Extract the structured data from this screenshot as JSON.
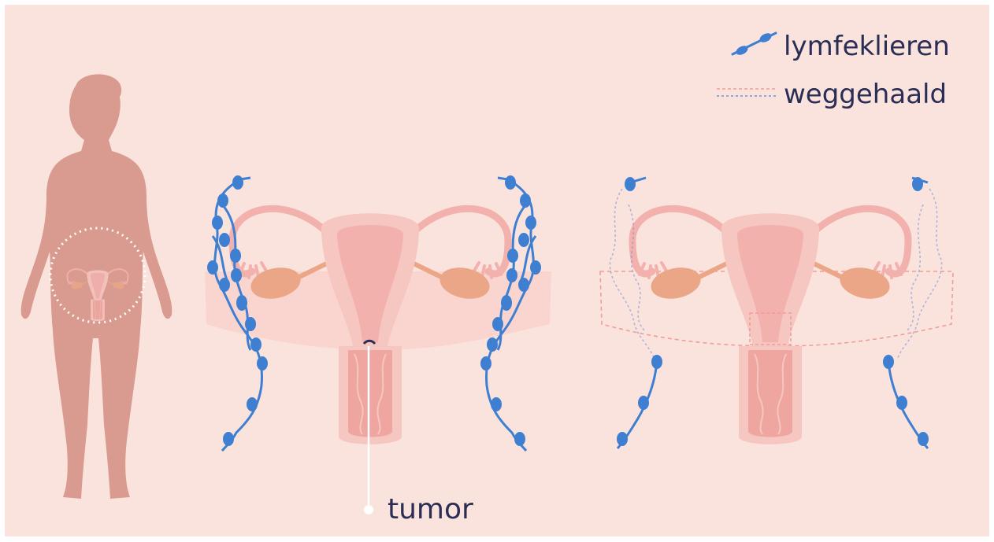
{
  "legend": {
    "lymph_nodes_label": "lymfeklieren",
    "removed_label": "weggehaald"
  },
  "annotations": {
    "tumor_label": "tumor"
  },
  "icons": {
    "body": "female-body-silhouette-icon",
    "uterus": "uterus-icon",
    "lymph_node": "lymph-node-icon"
  },
  "colors": {
    "background": "#fbe3dd",
    "lymph_node": "#3f7fd1",
    "body": "#d99b8f",
    "uterus": "#f3b1ad",
    "ovary": "#eaa686",
    "removed_dash_red": "#f29c99",
    "text": "#2a2d54"
  }
}
